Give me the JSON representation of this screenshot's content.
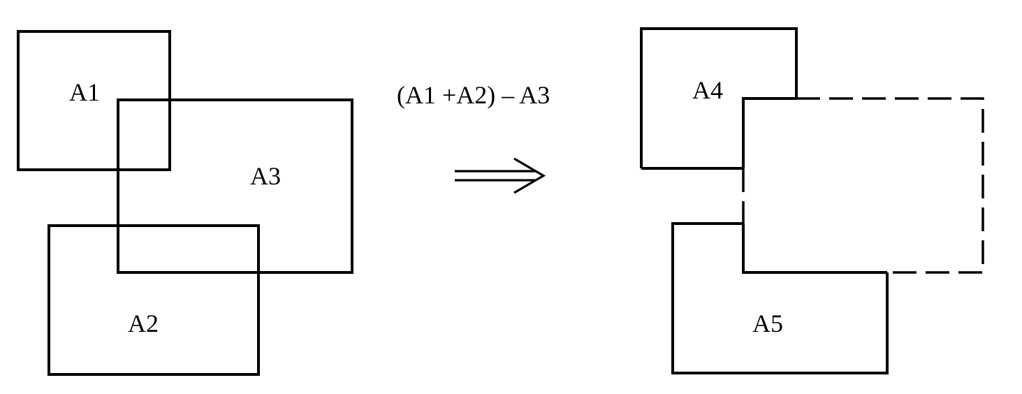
{
  "diagram": {
    "colors": {
      "ink": "#000000",
      "background": "#ffffff"
    },
    "operation": {
      "formula": "(A1 +A2) – A3",
      "arrow_icon": "double-right-arrow-icon"
    },
    "input_regions": {
      "a1": {
        "label": "A1"
      },
      "a2": {
        "label": "A2"
      },
      "a3": {
        "label": "A3"
      }
    },
    "result_regions": {
      "a4": {
        "label": "A4"
      },
      "a5": {
        "label": "A5"
      }
    }
  }
}
